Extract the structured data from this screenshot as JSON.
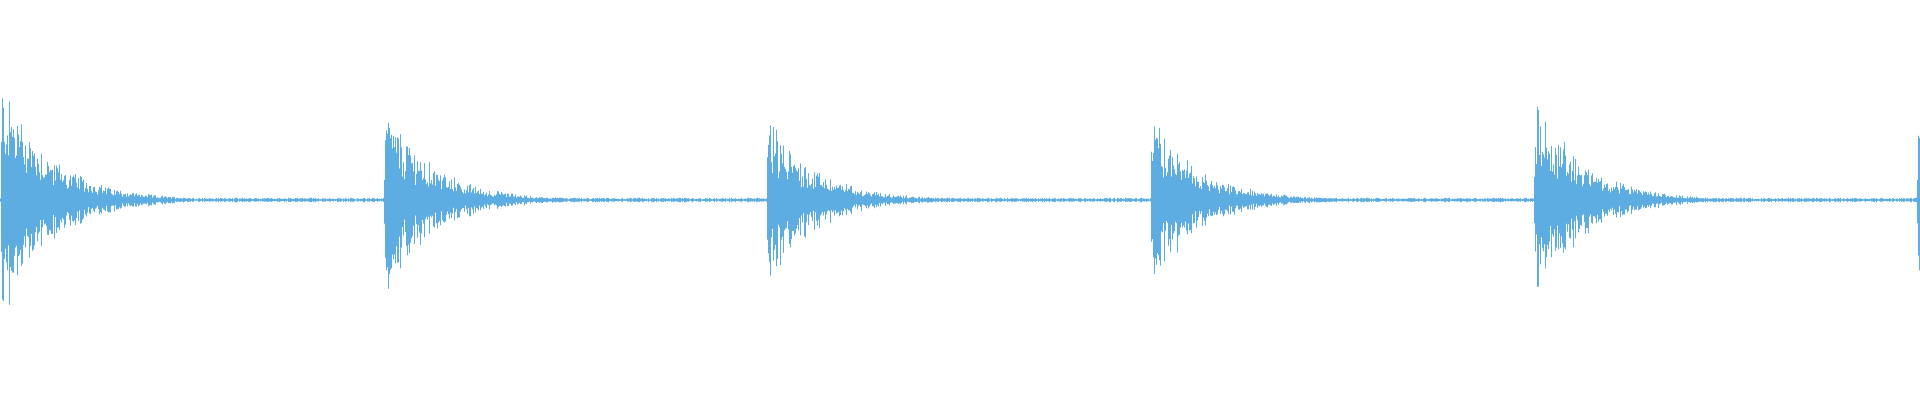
{
  "waveform": {
    "color": "#5dade2",
    "background": "#ffffff",
    "sample_count": 1920,
    "transients": [
      {
        "position": 0.0,
        "peak": 0.82
      },
      {
        "position": 0.2,
        "peak": 0.62
      },
      {
        "position": 0.4,
        "peak": 0.54
      },
      {
        "position": 0.6,
        "peak": 0.57
      },
      {
        "position": 0.8,
        "peak": 0.68
      },
      {
        "position": 1.0,
        "peak": 0.55
      }
    ],
    "noise_floor": 0.01,
    "decay_length": 0.025
  }
}
